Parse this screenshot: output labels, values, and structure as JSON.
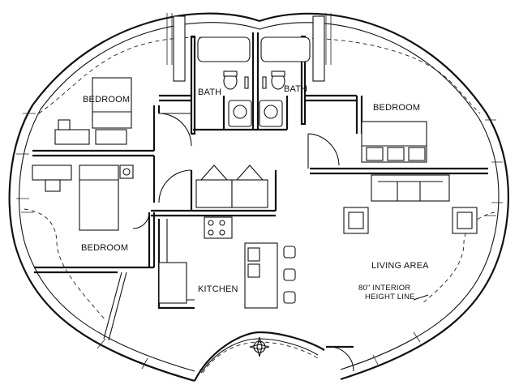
{
  "plan": {
    "rooms": {
      "bedroom_upper_left": "BEDROOM",
      "bedroom_lower_left": "BEDROOM",
      "bedroom_right": "BEDROOM",
      "bath_left": "BATH",
      "bath_right": "BATH",
      "kitchen": "KITCHEN",
      "living_area": "LIVING AREA"
    },
    "height_note": {
      "line1": "80\" INTERIOR",
      "line2": "HEIGHT LINE"
    },
    "icons": {
      "compass": "compass-rose-icon"
    }
  }
}
